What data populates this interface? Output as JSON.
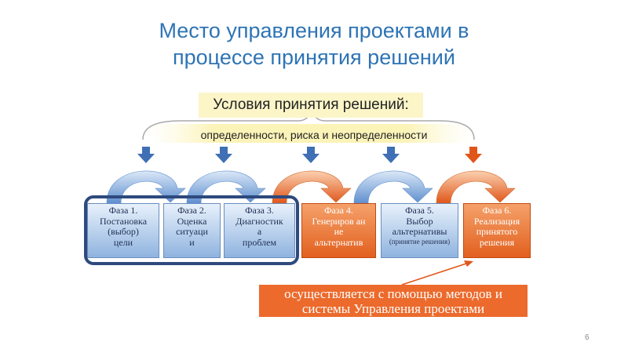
{
  "title": {
    "line1": "Место управления проектами в",
    "line2": "процессе принятия решений"
  },
  "conditions": {
    "heading": "Условия принятия решений:",
    "types": "определенности, риска и неопределенности"
  },
  "phases": [
    {
      "lines": [
        "Фаза 1.",
        "Постановка",
        "(выбор)",
        "цели"
      ]
    },
    {
      "lines": [
        "Фаза 2.",
        "Оценка",
        "ситуаци",
        "и"
      ]
    },
    {
      "lines": [
        "Фаза 3.",
        "Диагностик",
        "а",
        "проблем"
      ]
    },
    {
      "lines": [
        "Фаза 4.",
        "Генериров ан",
        "ие",
        "альтернатив"
      ]
    },
    {
      "lines": [
        "Фаза 5.",
        "Выбор",
        "альтернативы"
      ],
      "note": "(принятие решения)"
    },
    {
      "lines": [
        "Фаза 6.",
        "Реализация",
        "принятого",
        "решения"
      ]
    }
  ],
  "footer_note": {
    "line1": "осуществляется с помощью методов и",
    "line2": "системы Управления проектами"
  },
  "page_number": "6",
  "colors": {
    "title": "#2e74b5",
    "phase_blue": "#8fb3df",
    "phase_orange": "#e2601f",
    "frame": "#2e4a7d",
    "note": "#ec6a2c"
  }
}
